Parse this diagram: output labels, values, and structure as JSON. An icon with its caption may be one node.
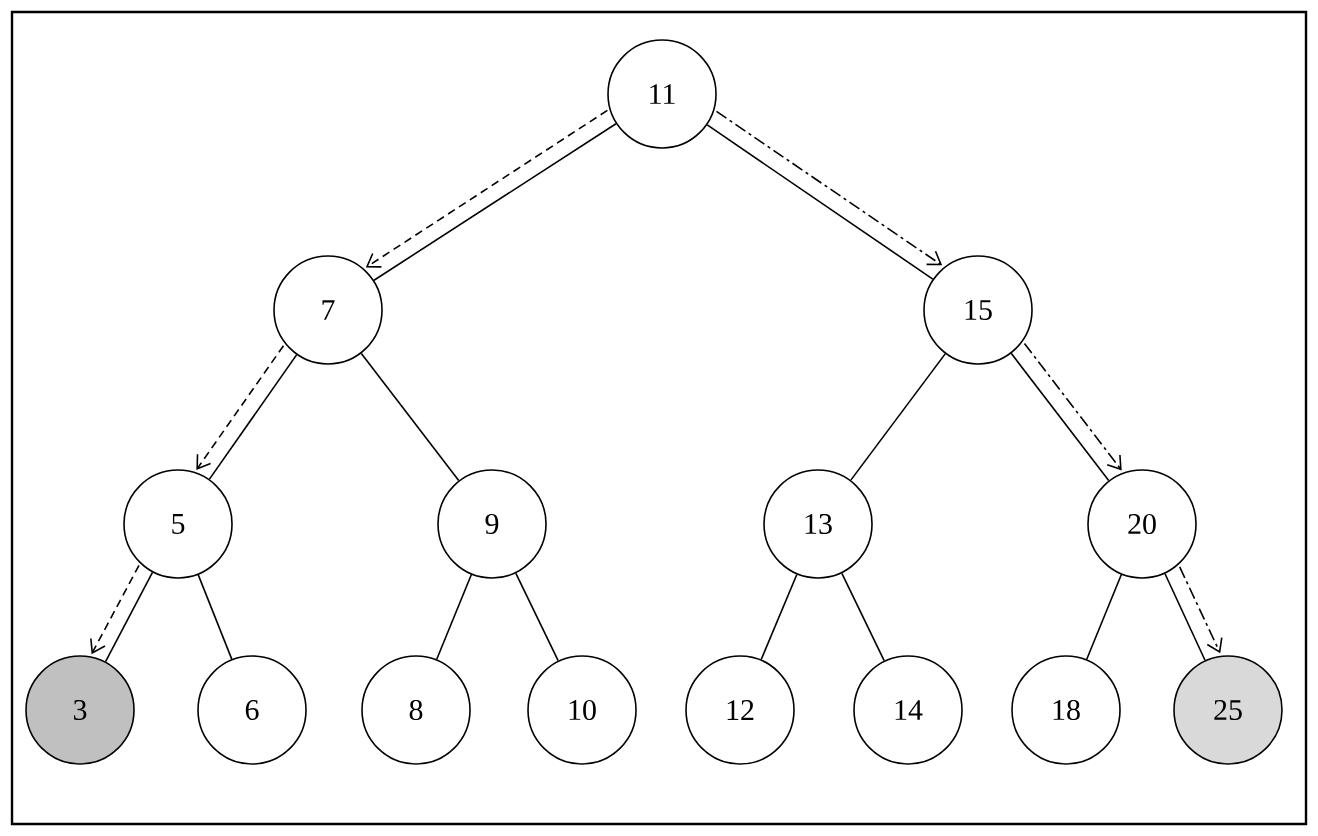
{
  "diagram": {
    "nodes": [
      {
        "text": [
          "11"
        ]
      },
      {
        "text": [
          "7"
        ]
      },
      {
        "text": [
          "15"
        ]
      },
      {
        "text": [
          "5"
        ]
      },
      {
        "text": [
          "9"
        ]
      },
      {
        "text": [
          "13"
        ]
      },
      {
        "text": [
          "20"
        ]
      },
      {
        "text": [
          "3"
        ]
      },
      {
        "text": [
          "6"
        ]
      },
      {
        "text": [
          "8"
        ]
      },
      {
        "text": [
          "10"
        ]
      },
      {
        "text": [
          "12"
        ]
      },
      {
        "text": [
          "14"
        ]
      },
      {
        "text": [
          "18"
        ]
      },
      {
        "text": [
          "25"
        ]
      }
    ],
    "edges": [
      {
        "from": 0,
        "to": 1,
        "arrow": "none"
      },
      {
        "from": 0,
        "to": 2,
        "arrow": "none"
      },
      {
        "from": 1,
        "to": 3,
        "arrow": "none"
      },
      {
        "from": 1,
        "to": 4,
        "arrow": "none"
      },
      {
        "from": 2,
        "to": 5,
        "arrow": "none"
      },
      {
        "from": 2,
        "to": 6,
        "arrow": "none"
      },
      {
        "from": 3,
        "to": 7,
        "arrow": "none"
      },
      {
        "from": 3,
        "to": 8,
        "arrow": "none"
      },
      {
        "from": 4,
        "to": 9,
        "arrow": "none"
      },
      {
        "from": 4,
        "to": 10,
        "arrow": "none"
      },
      {
        "from": 5,
        "to": 11,
        "arrow": "none"
      },
      {
        "from": 5,
        "to": 12,
        "arrow": "none"
      },
      {
        "from": 6,
        "to": 13,
        "arrow": "none"
      },
      {
        "from": 6,
        "to": 14,
        "arrow": "none"
      },
      {
        "from": 0,
        "to": 1,
        "arrow": "to",
        "style": "dashed"
      },
      {
        "from": 1,
        "to": 3,
        "arrow": "to",
        "style": "dashed"
      },
      {
        "from": 3,
        "to": 7,
        "arrow": "to",
        "style": "dashed"
      },
      {
        "from": 0,
        "to": 2,
        "arrow": "to",
        "style": "dashed"
      },
      {
        "from": 2,
        "to": 6,
        "arrow": "to",
        "style": "dashed"
      },
      {
        "from": 6,
        "to": 14,
        "arrow": "to",
        "style": "dashed"
      }
    ]
  }
}
